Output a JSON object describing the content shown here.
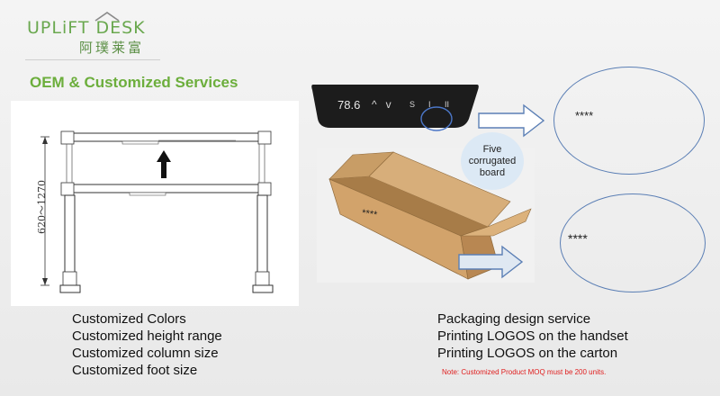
{
  "logo": {
    "name": "UPLiFT DESK",
    "chinese": "阿璞莱富"
  },
  "title": "OEM & Customized Services",
  "diagram": {
    "height_label": "620～1270"
  },
  "handset": {
    "display_value": "78.6",
    "up_symbol": "^",
    "down_symbol": "v",
    "s_label": "S",
    "one_label": "I",
    "two_label": "II"
  },
  "bubble": {
    "line1": "Five",
    "line2": "corrugated",
    "line3": "board"
  },
  "box_mark": "****",
  "ellipse_top_text": "****",
  "ellipse_bottom_text": "****",
  "left_list": [
    "Customized Colors",
    "Customized height range",
    "Customized column size",
    "Customized foot size"
  ],
  "right_list": [
    "Packaging design service",
    "Printing LOGOS on the handset",
    "Printing LOGOS on the carton"
  ],
  "note": "Note: Customized Product MOQ must be 200 units.",
  "colors": {
    "brand_green": "#6cae3c",
    "ellipse_blue": "#5b7fb5",
    "note_red": "#e02020"
  }
}
